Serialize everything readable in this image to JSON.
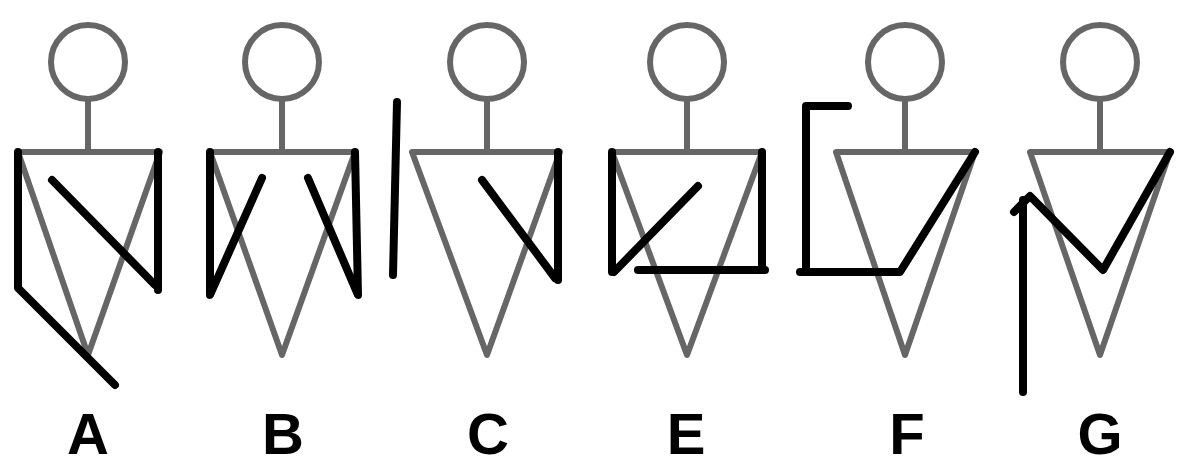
{
  "diagram": {
    "labels": [
      "A",
      "B",
      "C",
      "E",
      "F",
      "G"
    ]
  }
}
